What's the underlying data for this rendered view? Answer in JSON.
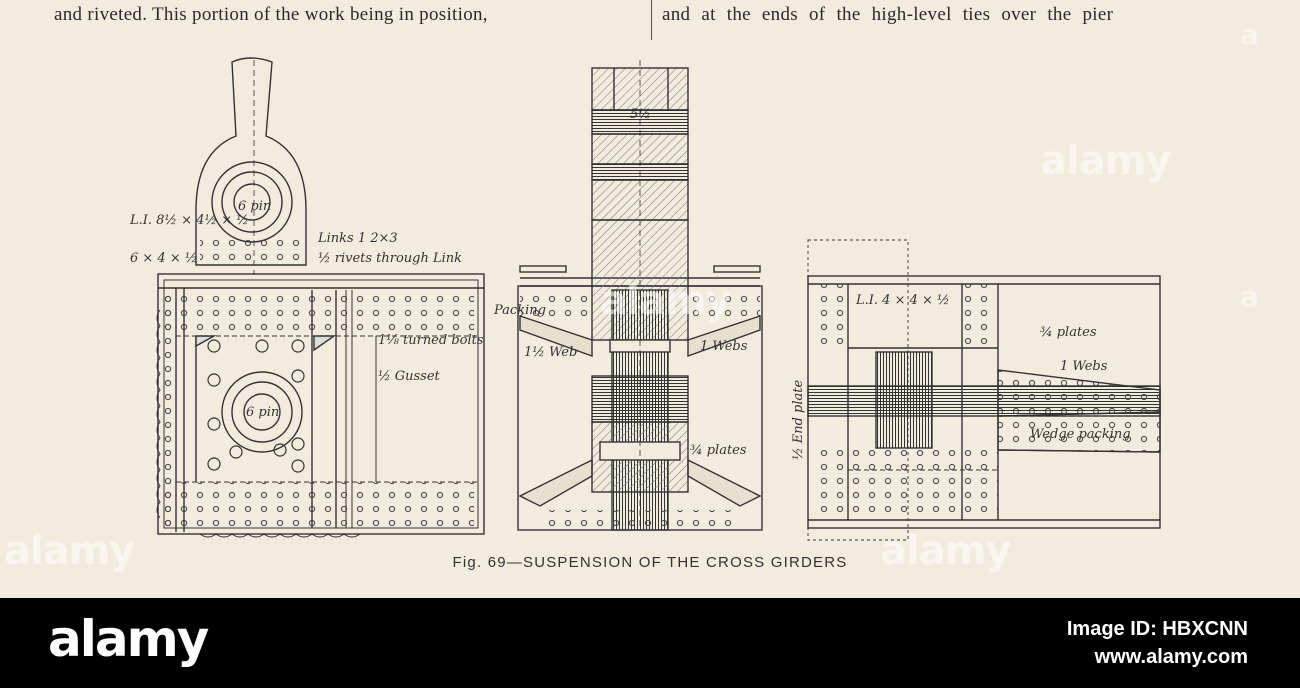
{
  "page_text": {
    "left_column": "and riveted.  This portion of the work being in position,",
    "right_column": "and at the ends of the high-level ties over the pier"
  },
  "figure": {
    "caption": "Fig. 69—SUSPENSION OF THE CROSS GIRDERS",
    "labels": {
      "angle_left": "L.I. 8½ × 4½ × ½",
      "angle_small": "6 × 4 × ½",
      "pin_top": "6 pin",
      "links": "Links 1 2×3",
      "rivets": "½ rivets through Link",
      "turned_bolts": "1⅛ turned bolts",
      "gusset": "½ Gusset",
      "pin_bottom": "6 pin",
      "packing": "Packing",
      "web_left": "1½ Web",
      "webs_mid": "1 Webs",
      "dim_top": "5½",
      "plates_mid": "¾ plates",
      "angle_right": "L.I. 4 × 4 × ½",
      "plates_right": "¾ plates",
      "webs_right": "1 Webs",
      "wedge": "Wedge packing",
      "end_plate": "½ End plate"
    }
  },
  "watermark": {
    "brand": "alamy",
    "small": "a"
  },
  "footer": {
    "logo": "alamy",
    "image_id": "Image ID: HBXCNN",
    "url": "www.alamy.com"
  },
  "colors": {
    "paper": "#f1ecdd",
    "ink": "#2a2a2a",
    "footer_bg": "#000000"
  }
}
